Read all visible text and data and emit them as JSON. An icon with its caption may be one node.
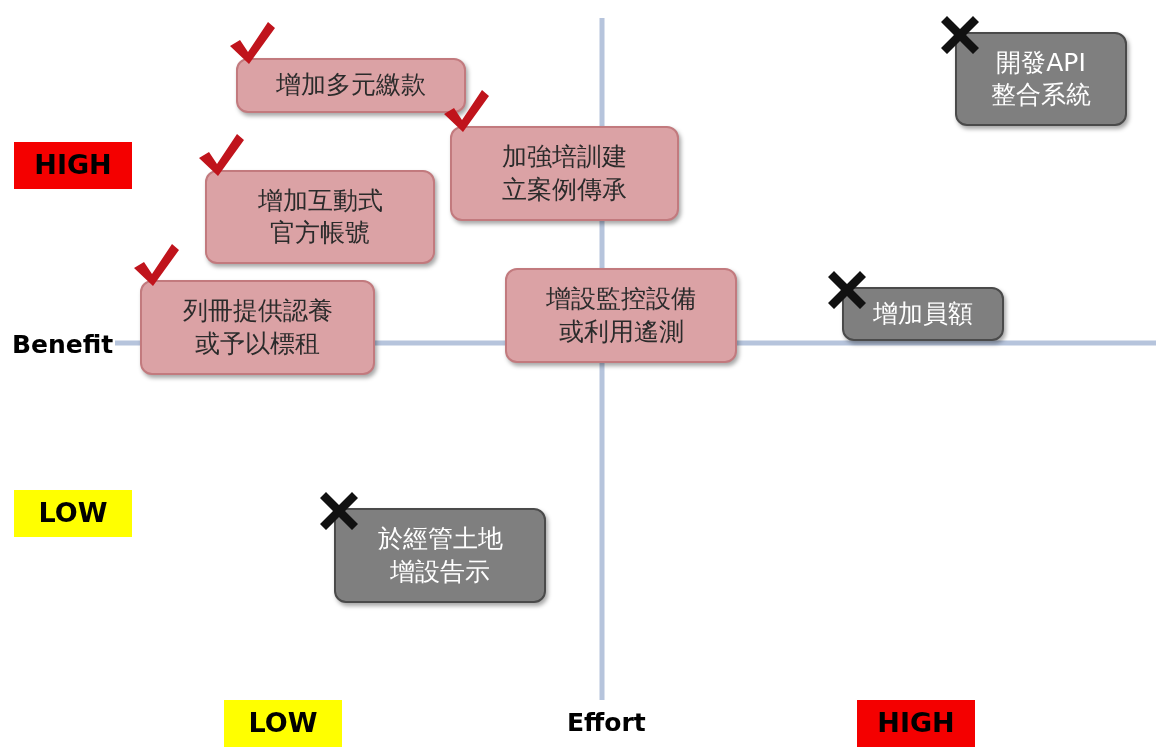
{
  "diagram": {
    "nodes": [
      {
        "text": [
          "增加多元繳款"
        ]
      },
      {
        "text": [
          "加強培訓建立案例傳承"
        ]
      },
      {
        "text": [
          "增加互動式官方帳號"
        ]
      },
      {
        "text": [
          "列冊提供認養或予以標租"
        ]
      },
      {
        "text": [
          "增設監控設備或利用遙測"
        ]
      },
      {
        "text": [
          "開發API整合系統"
        ]
      },
      {
        "text": [
          "增加員額"
        ]
      },
      {
        "text": [
          "於經管土地增設告示"
        ]
      },
      {
        "text": [
          "HIGH"
        ]
      },
      {
        "text": [
          "LOW"
        ]
      },
      {
        "text": [
          "LOW"
        ]
      },
      {
        "text": [
          "HIGH"
        ]
      }
    ],
    "labels": [
      "Benefit",
      "Effort"
    ]
  }
}
